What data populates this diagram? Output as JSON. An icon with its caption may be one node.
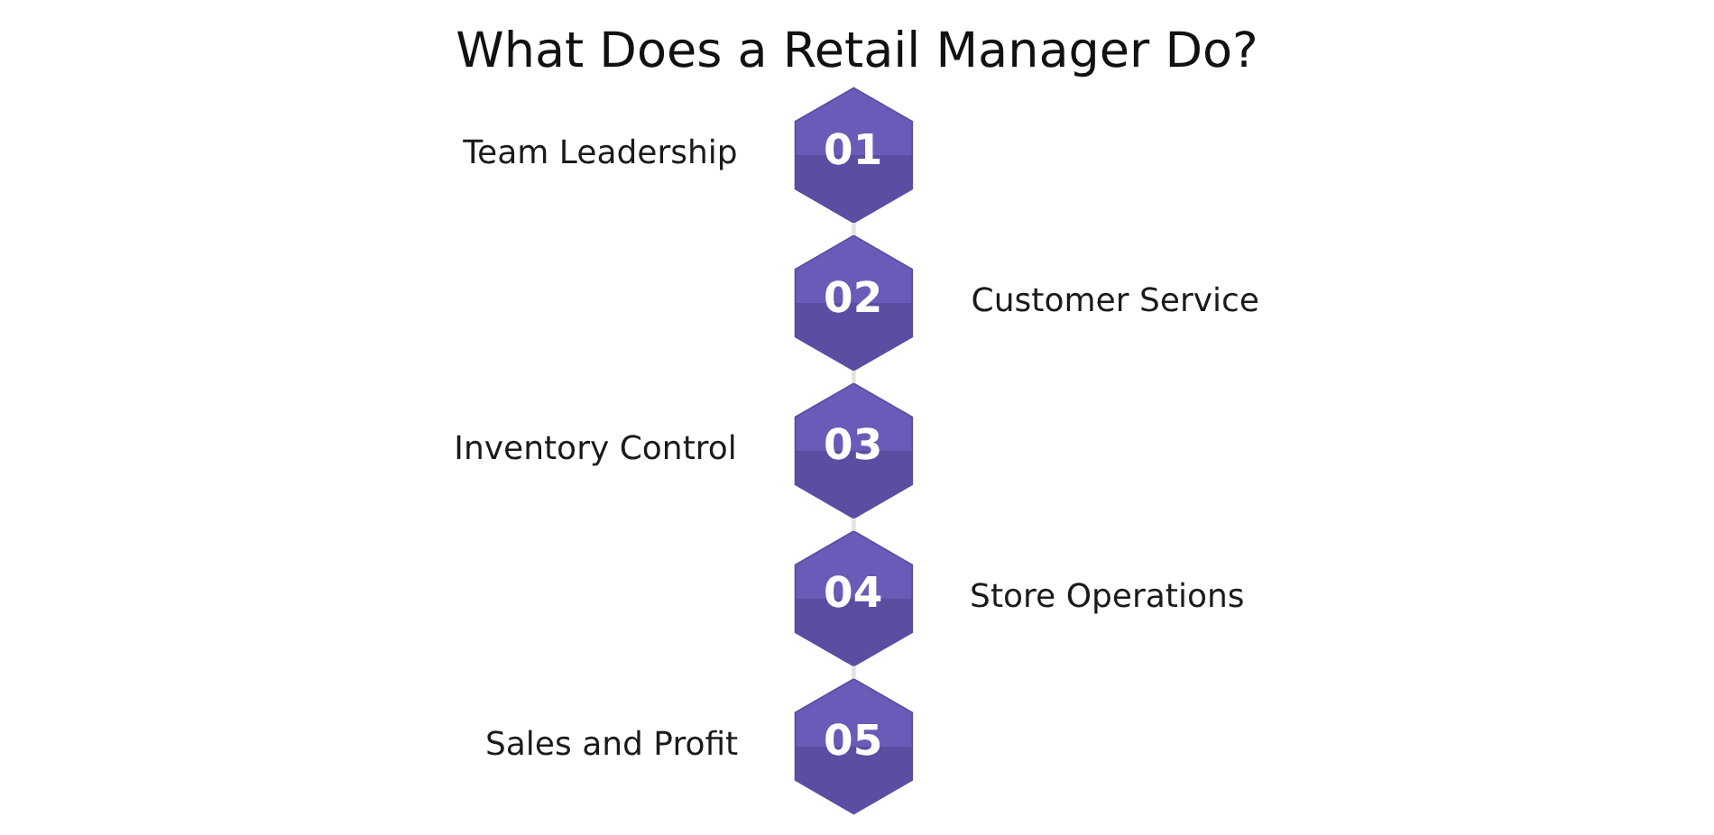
{
  "diagram": {
    "title": "What Does a Retail Manager Do?",
    "nodes": [
      {
        "text": [
          "01"
        ],
        "beside": [
          "Team Leadership"
        ]
      },
      {
        "text": [
          "02"
        ],
        "beside": [
          "Customer Service"
        ]
      },
      {
        "text": [
          "03"
        ],
        "beside": [
          "Inventory Control"
        ]
      },
      {
        "text": [
          "04"
        ],
        "beside": [
          "Store Operations"
        ]
      },
      {
        "text": [
          "05"
        ],
        "beside": [
          "Sales and Profit"
        ]
      }
    ],
    "edges": [
      {
        "from": 0,
        "to": 1,
        "arrow": "none"
      },
      {
        "from": 1,
        "to": 2,
        "arrow": "none"
      },
      {
        "from": 2,
        "to": 3,
        "arrow": "none"
      },
      {
        "from": 3,
        "to": 4,
        "arrow": "none"
      }
    ]
  }
}
